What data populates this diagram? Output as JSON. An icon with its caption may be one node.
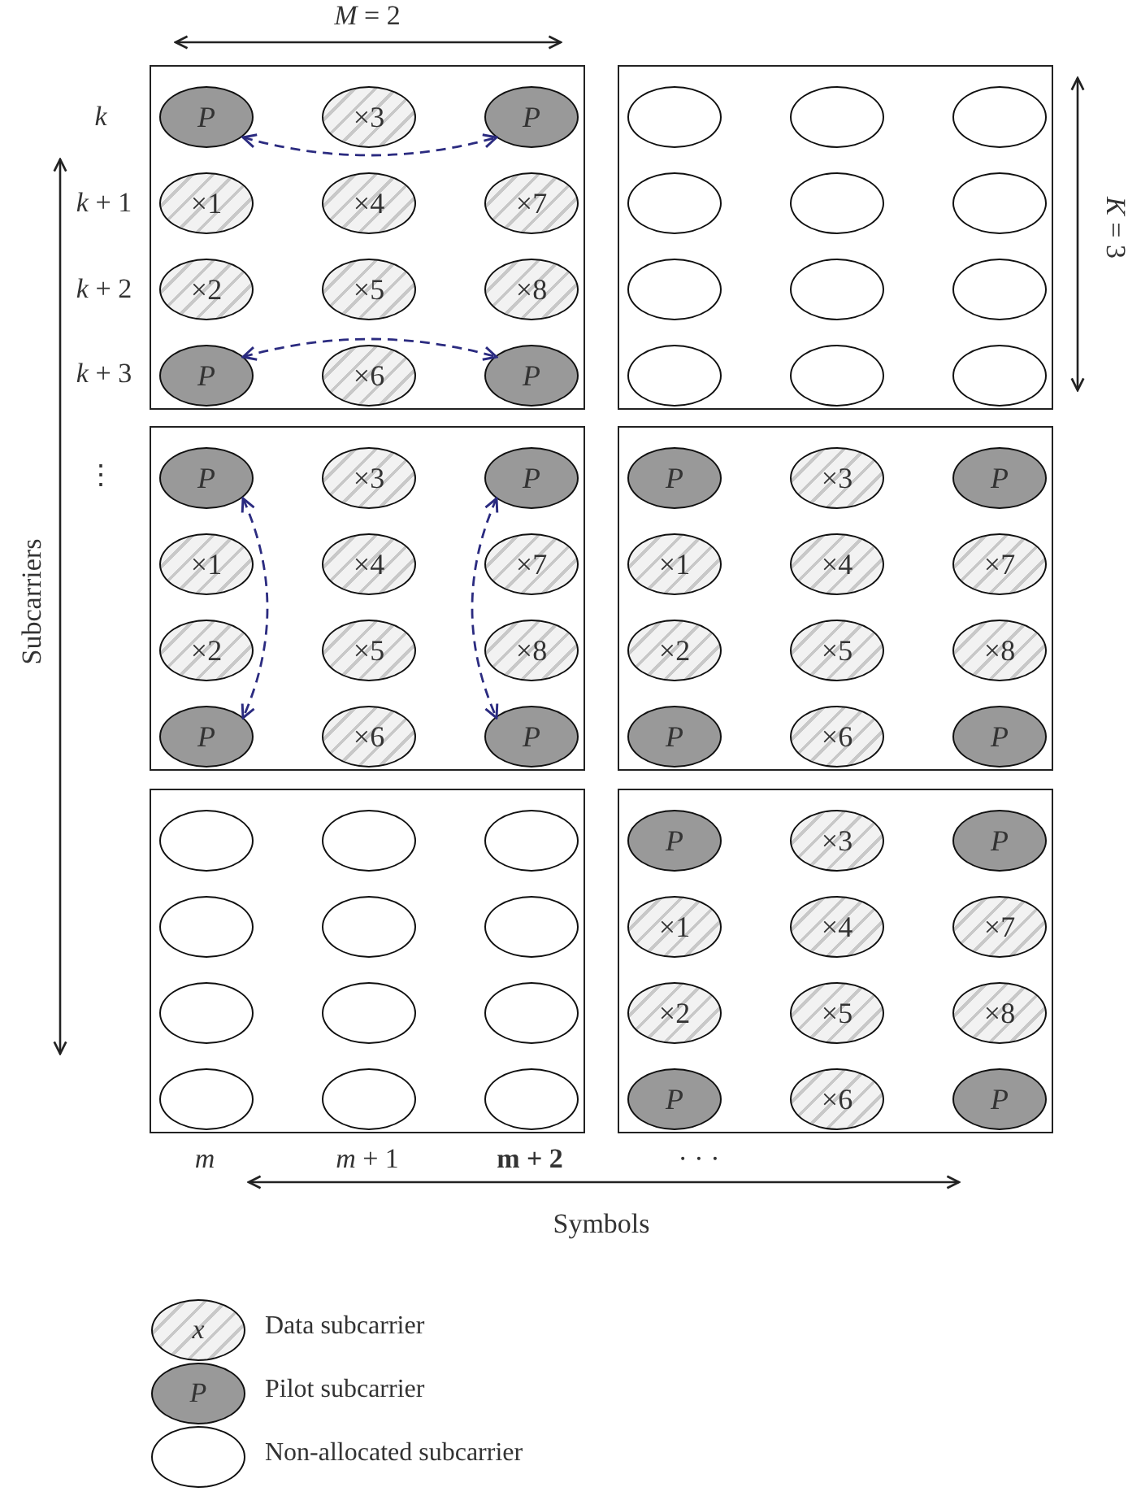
{
  "diagram": {
    "nodes": [
      {
        "text": [],
        "shape": "box"
      },
      {
        "text": [
          "P"
        ],
        "in": 0
      },
      {
        "text": [
          "×3"
        ],
        "in": 0
      },
      {
        "text": [
          "P"
        ],
        "in": 0
      },
      {
        "text": [
          "×1"
        ],
        "in": 0
      },
      {
        "text": [
          "×4"
        ],
        "in": 0
      },
      {
        "text": [
          "×7"
        ],
        "in": 0
      },
      {
        "text": [
          "×2"
        ],
        "in": 0
      },
      {
        "text": [
          "×5"
        ],
        "in": 0
      },
      {
        "text": [
          "×8"
        ],
        "in": 0
      },
      {
        "text": [
          "P"
        ],
        "in": 0
      },
      {
        "text": [
          "×6"
        ],
        "in": 0
      },
      {
        "text": [
          "P"
        ],
        "in": 0
      },
      {
        "text": [],
        "shape": "box"
      },
      {
        "text": [],
        "shape": "ellipse",
        "in": 13
      },
      {
        "text": [],
        "shape": "ellipse",
        "in": 13
      },
      {
        "text": [],
        "shape": "ellipse",
        "in": 13
      },
      {
        "text": [],
        "shape": "ellipse",
        "in": 13
      },
      {
        "text": [],
        "shape": "ellipse",
        "in": 13
      },
      {
        "text": [],
        "shape": "ellipse",
        "in": 13
      },
      {
        "text": [],
        "shape": "ellipse",
        "in": 13
      },
      {
        "text": [],
        "shape": "ellipse",
        "in": 13
      },
      {
        "text": [],
        "shape": "ellipse",
        "in": 13
      },
      {
        "text": [],
        "shape": "ellipse",
        "in": 13
      },
      {
        "text": [],
        "shape": "ellipse",
        "in": 13
      },
      {
        "text": [],
        "shape": "ellipse",
        "in": 13
      },
      {
        "text": [],
        "shape": "box"
      },
      {
        "text": [
          "P"
        ],
        "in": 26
      },
      {
        "text": [
          "×3"
        ],
        "in": 26
      },
      {
        "text": [
          "P"
        ],
        "in": 26
      },
      {
        "text": [
          "×1"
        ],
        "in": 26
      },
      {
        "text": [
          "×4"
        ],
        "in": 26
      },
      {
        "text": [
          "×7"
        ],
        "in": 26
      },
      {
        "text": [
          "×2"
        ],
        "in": 26
      },
      {
        "text": [
          "×5"
        ],
        "in": 26
      },
      {
        "text": [
          "×8"
        ],
        "in": 26
      },
      {
        "text": [
          "P"
        ],
        "in": 26
      },
      {
        "text": [
          "×6"
        ],
        "in": 26
      },
      {
        "text": [
          "P"
        ],
        "in": 26
      },
      {
        "text": [],
        "shape": "box"
      },
      {
        "text": [
          "P"
        ],
        "in": 39
      },
      {
        "text": [
          "×3"
        ],
        "in": 39
      },
      {
        "text": [
          "P"
        ],
        "in": 39
      },
      {
        "text": [
          "×1"
        ],
        "in": 39
      },
      {
        "text": [
          "×4"
        ],
        "in": 39
      },
      {
        "text": [
          "×7"
        ],
        "in": 39
      },
      {
        "text": [
          "×2"
        ],
        "in": 39
      },
      {
        "text": [
          "×5"
        ],
        "in": 39
      },
      {
        "text": [
          "×8"
        ],
        "in": 39
      },
      {
        "text": [
          "P"
        ],
        "in": 39
      },
      {
        "text": [
          "×6"
        ],
        "in": 39
      },
      {
        "text": [
          "P"
        ],
        "in": 39
      },
      {
        "text": [],
        "shape": "box"
      },
      {
        "text": [],
        "shape": "ellipse",
        "in": 52
      },
      {
        "text": [],
        "shape": "ellipse",
        "in": 52
      },
      {
        "text": [],
        "shape": "ellipse",
        "in": 52
      },
      {
        "text": [],
        "shape": "ellipse",
        "in": 52
      },
      {
        "text": [],
        "shape": "ellipse",
        "in": 52
      },
      {
        "text": [],
        "shape": "ellipse",
        "in": 52
      },
      {
        "text": [],
        "shape": "ellipse",
        "in": 52
      },
      {
        "text": [],
        "shape": "ellipse",
        "in": 52
      },
      {
        "text": [],
        "shape": "ellipse",
        "in": 52
      },
      {
        "text": [],
        "shape": "ellipse",
        "in": 52
      },
      {
        "text": [],
        "shape": "ellipse",
        "in": 52
      },
      {
        "text": [],
        "shape": "ellipse",
        "in": 52
      },
      {
        "text": [],
        "shape": "box"
      },
      {
        "text": [
          "P"
        ],
        "in": 65
      },
      {
        "text": [
          "×3"
        ],
        "in": 65
      },
      {
        "text": [
          "P"
        ],
        "in": 65
      },
      {
        "text": [
          "×1"
        ],
        "in": 65
      },
      {
        "text": [
          "×4"
        ],
        "in": 65
      },
      {
        "text": [
          "×7"
        ],
        "in": 65
      },
      {
        "text": [
          "×2"
        ],
        "in": 65
      },
      {
        "text": [
          "×5"
        ],
        "in": 65
      },
      {
        "text": [
          "×8"
        ],
        "in": 65
      },
      {
        "text": [
          "P"
        ],
        "in": 65
      },
      {
        "text": [
          "×6"
        ],
        "in": 65
      },
      {
        "text": [
          "P"
        ],
        "in": 65
      }
    ],
    "edges": [
      {
        "from": 1,
        "to": 3,
        "arrow": "both",
        "style": "dashed",
        "color": "#2b2b80"
      },
      {
        "from": 10,
        "to": 12,
        "arrow": "both",
        "style": "dashed",
        "color": "#2b2b80"
      },
      {
        "from": 27,
        "to": 36,
        "arrow": "both",
        "style": "dashed",
        "color": "#2b2b80"
      },
      {
        "from": 29,
        "to": 38,
        "arrow": "both",
        "style": "dashed",
        "color": "#2b2b80"
      }
    ],
    "labels": [
      "*M* = 2",
      "*k*",
      "*K* = 3",
      "*k* + 1",
      "*k* + 2",
      "*k* + 3",
      "⋮",
      "Subcarriers",
      "*m*",
      "*m* + 1",
      "**m + 2**",
      "· · ·",
      "Symbols",
      "*x*",
      "*P*"
    ],
    "legend": [
      {
        "text": "Data subcarrier"
      },
      {
        "text": "Pilot subcarrier"
      },
      {
        "text": "Non-allocated subcarrier"
      }
    ]
  }
}
